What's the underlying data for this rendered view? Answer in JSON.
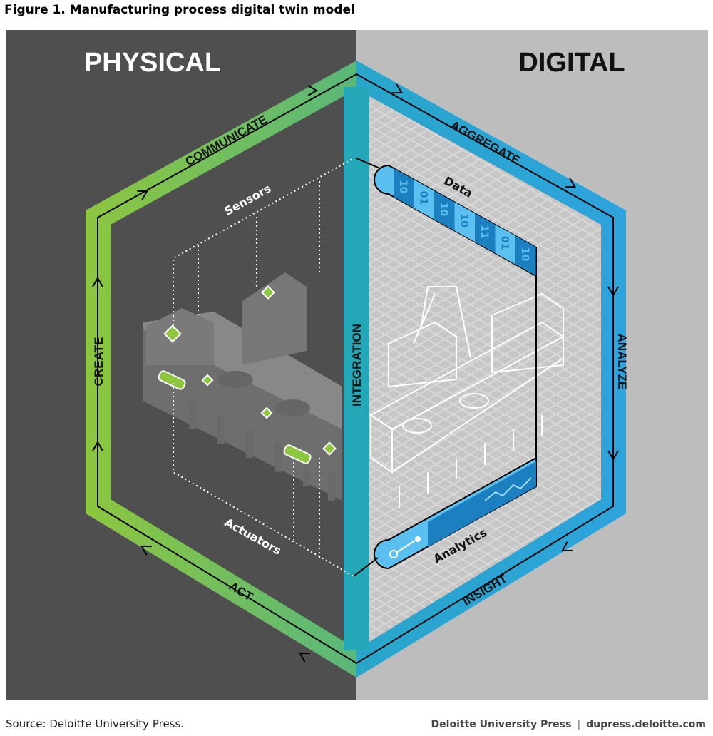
{
  "title": "Figure 1. Manufacturing process digital twin model",
  "halves": {
    "physical": "PHYSICAL",
    "digital": "DIGITAL"
  },
  "cycle": {
    "communicate": "COMMUNICATE",
    "aggregate": "AGGREGATE",
    "analyze": "ANALYZE",
    "insight": "INSIGHT",
    "act": "ACT",
    "create": "CREATE",
    "integration": "INTEGRATION"
  },
  "labels": {
    "sensors": "Sensors",
    "actuators": "Actuators",
    "data": "Data",
    "analytics": "Analytics"
  },
  "data_bits": [
    "10",
    "01",
    "10",
    "10",
    "11",
    "01",
    "10"
  ],
  "footer": {
    "source": "Source: Deloitte University Press.",
    "publisher": "Deloitte University Press",
    "separator": "|",
    "url": "dupress.deloitte.com"
  },
  "colors": {
    "physical_bg": "#4f4f4f",
    "digital_bg": "#bdbdbd",
    "green": "#8dc63f",
    "teal": "#26a9b5",
    "blue": "#2ea3dc",
    "dark_blue": "#0d6aa8"
  }
}
